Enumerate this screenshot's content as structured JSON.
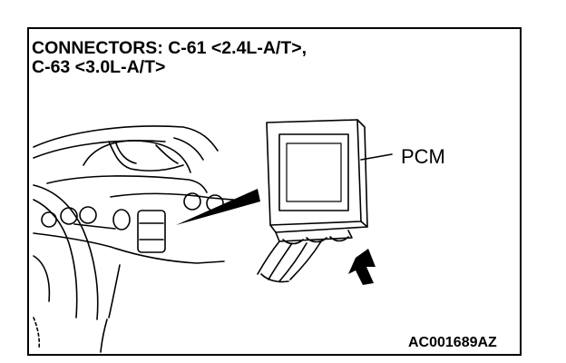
{
  "diagram": {
    "title_lines": [
      "CONNECTORS: C-61 <2.4L-A/T>,",
      "C-63 <3.0L-A/T>"
    ],
    "component_label": "PCM",
    "figure_code": "AC001689AZ"
  }
}
